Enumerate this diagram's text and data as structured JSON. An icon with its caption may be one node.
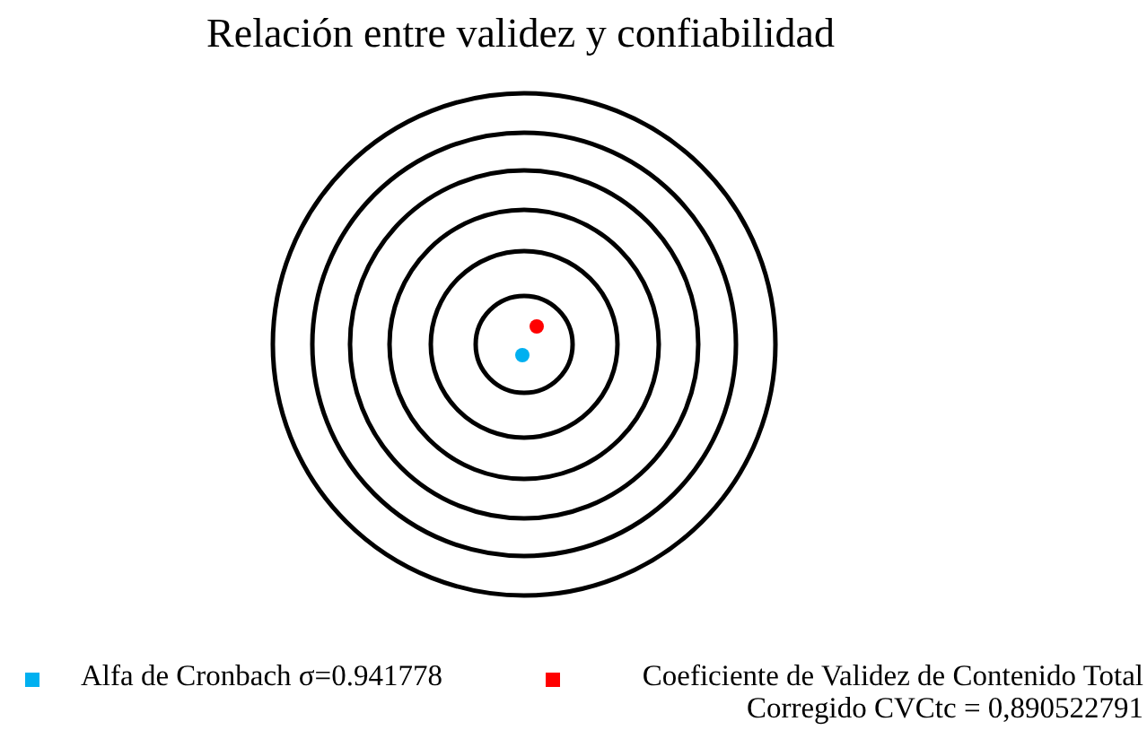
{
  "diagram": {
    "title": "Relación entre validez y confiabilidad",
    "legend": [
      {
        "text": "Alfa de Cronbach σ=0.941778",
        "color": "#00b0f0"
      },
      {
        "text": "Coeficiente de Validez de Contenido Total Corregido CVCtc = 0,890522791",
        "color": "#ff0000"
      }
    ]
  }
}
